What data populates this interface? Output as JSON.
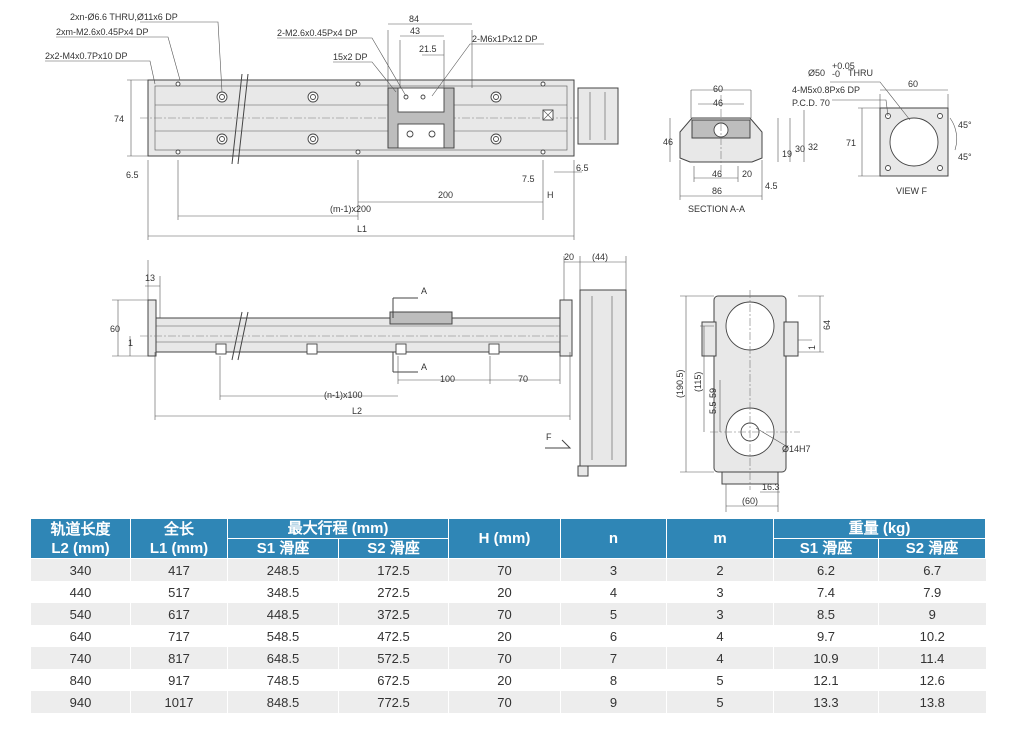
{
  "top_view": {
    "callouts": [
      "2xn-Ø6.6 THRU,Ø11x6 DP",
      "2xm-M2.6x0.45Px4 DP",
      "2x2-M4x0.7Px10 DP",
      "2-M2.6x0.45Px4 DP",
      "15x2 DP",
      "2-M6x1Px12 DP"
    ],
    "dims": [
      "84",
      "43",
      "21.5",
      "74",
      "6.5",
      "7.5",
      "6.5",
      "200",
      "H",
      "(m-1)x200",
      "L1"
    ]
  },
  "section_view": {
    "dims": [
      "60",
      "46",
      "46",
      "19",
      "30",
      "32",
      "46",
      "20",
      "86",
      "4.5"
    ],
    "label": "SECTION A-A"
  },
  "view_f": {
    "callouts": [
      "Ø50",
      "+0.05",
      "-0",
      "THRU",
      "4-M5x0.8Px6 DP",
      "P.C.D. 70"
    ],
    "dims": [
      "60",
      "71",
      "45°",
      "45°"
    ],
    "label": "VIEW F"
  },
  "front_view": {
    "dims": [
      "13",
      "60",
      "1",
      "20",
      "(44)",
      "100",
      "70",
      "(n-1)x100",
      "L2"
    ],
    "markers": [
      "A",
      "A",
      "F"
    ]
  },
  "end_view": {
    "dims": [
      "64",
      "1",
      "(190.5)",
      "(115)",
      "5.5",
      "59",
      "Ø14H7",
      "16.3",
      "(60)"
    ]
  },
  "table": {
    "header_top": [
      "轨道长度\nL2 (mm)",
      "全长\nL1 (mm)",
      "最大行程 (mm)",
      "H (mm)",
      "n",
      "m",
      "重量 (kg)"
    ],
    "header_sub": [
      "S1 滑座",
      "S2 滑座",
      "S1 滑座",
      "S2 滑座"
    ],
    "rows": [
      [
        "340",
        "417",
        "248.5",
        "172.5",
        "70",
        "3",
        "2",
        "6.2",
        "6.7"
      ],
      [
        "440",
        "517",
        "348.5",
        "272.5",
        "20",
        "4",
        "3",
        "7.4",
        "7.9"
      ],
      [
        "540",
        "617",
        "448.5",
        "372.5",
        "70",
        "5",
        "3",
        "8.5",
        "9"
      ],
      [
        "640",
        "717",
        "548.5",
        "472.5",
        "20",
        "6",
        "4",
        "9.7",
        "10.2"
      ],
      [
        "740",
        "817",
        "648.5",
        "572.5",
        "70",
        "7",
        "4",
        "10.9",
        "11.4"
      ],
      [
        "840",
        "917",
        "748.5",
        "672.5",
        "20",
        "8",
        "5",
        "12.1",
        "12.6"
      ],
      [
        "940",
        "1017",
        "848.5",
        "772.5",
        "70",
        "9",
        "5",
        "13.3",
        "13.8"
      ]
    ],
    "header_color": "#2f86b6",
    "stripe_color": "#ededed"
  }
}
